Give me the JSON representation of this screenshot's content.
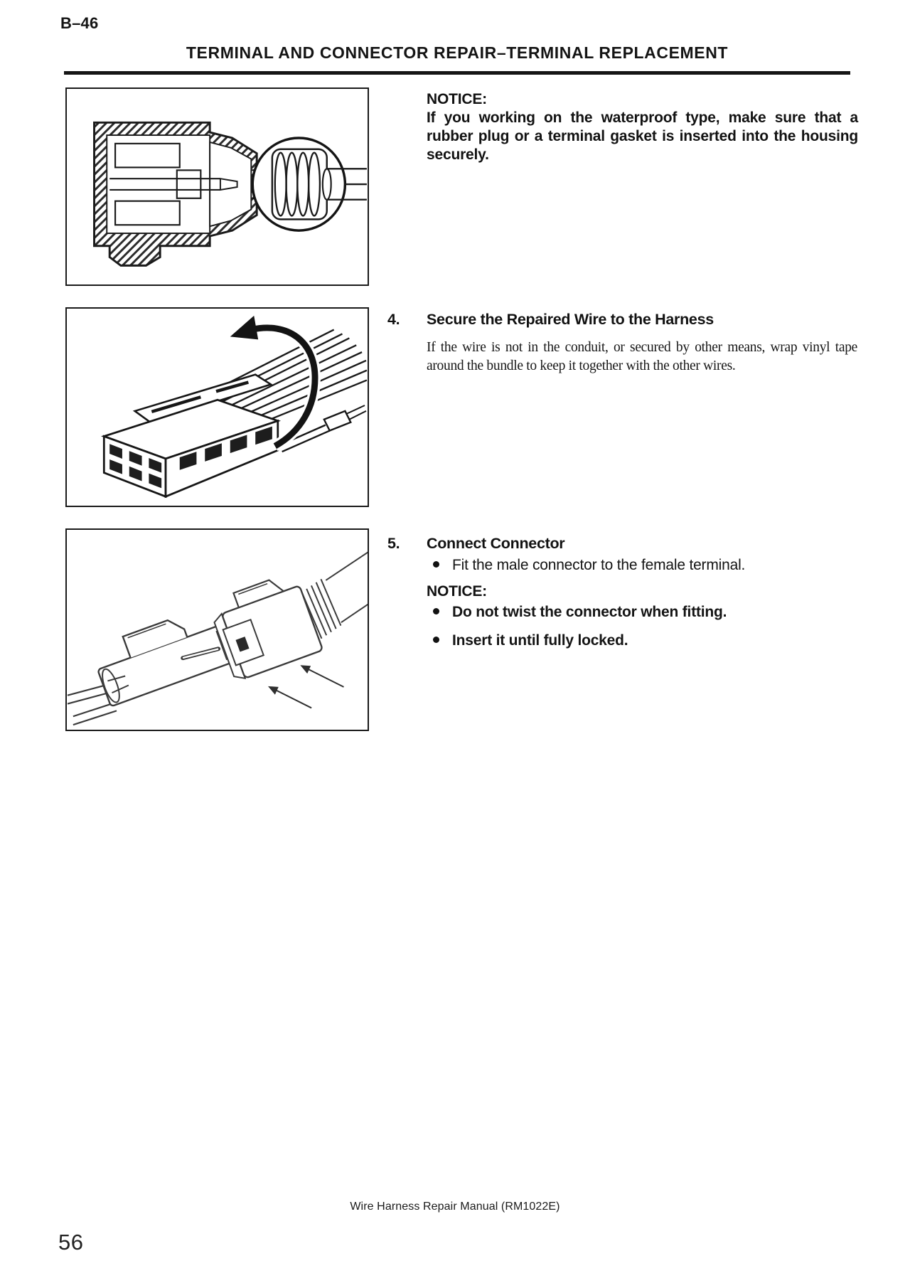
{
  "page": {
    "page_ref": "B–46",
    "title": "TERMINAL AND CONNECTOR REPAIR–TERMINAL REPLACEMENT",
    "footer": "Wire Harness Repair Manual (RM1022E)",
    "page_number": "56"
  },
  "notice_top": {
    "label": "NOTICE:",
    "text": "If you working on the waterproof type, make sure that a rubber plug or a terminal gasket is inserted into the housing securely."
  },
  "steps": [
    {
      "number": "4.",
      "heading": "Secure the Repaired Wire to the Harness",
      "body": "If the wire is not in the conduit, or secured by other means, wrap vinyl tape around the bundle to keep it together with the other wires."
    },
    {
      "number": "5.",
      "heading": "Connect Connector",
      "bullets": [
        "Fit the male connector to the female terminal."
      ],
      "notice_label": "NOTICE:",
      "notice_bullets": [
        "Do not twist the connector when fitting.",
        "Insert it until fully locked."
      ]
    }
  ],
  "figures": [
    {
      "name": "waterproof-connector-cross-section-figure"
    },
    {
      "name": "tape-wrap-harness-figure"
    },
    {
      "name": "connector-fitting-figure"
    }
  ]
}
